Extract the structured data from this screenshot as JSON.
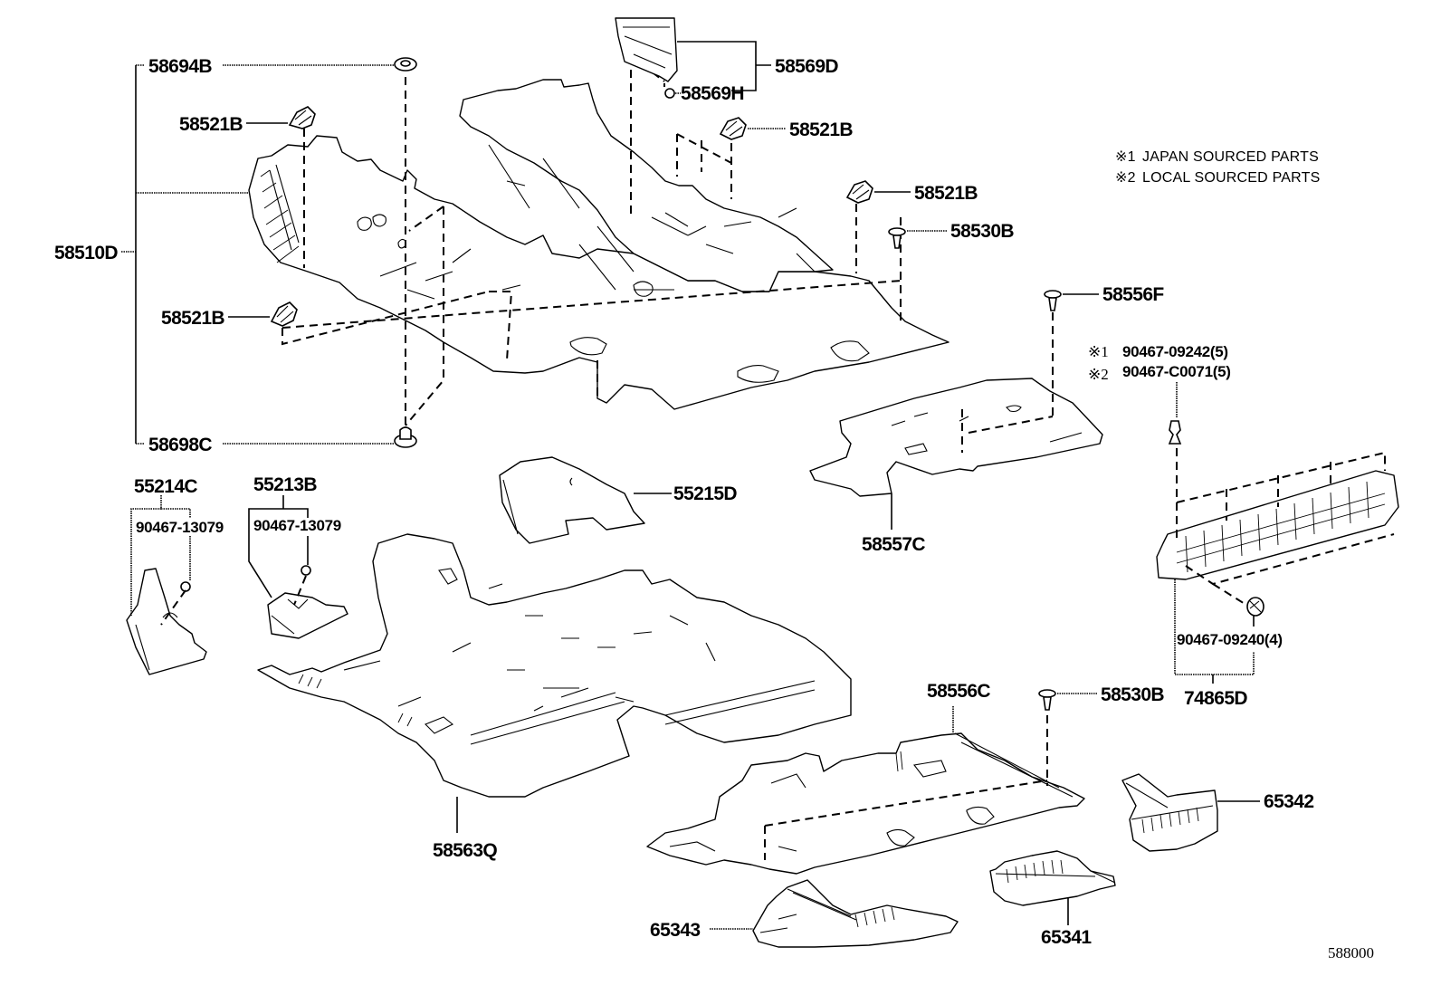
{
  "diagram": {
    "title_code": "588000",
    "notes": [
      {
        "mark": "※1",
        "text": "JAPAN SOURCED PARTS"
      },
      {
        "mark": "※2",
        "text": "LOCAL SOURCED PARTS"
      }
    ],
    "parts": {
      "p58694B": "58694B",
      "p58521B_1": "58521B",
      "p58510D": "58510D",
      "p58521B_2": "58521B",
      "p58698C": "58698C",
      "p58569D": "58569D",
      "p58569H": "58569H",
      "p58521B_3": "58521B",
      "p58521B_4": "58521B",
      "p58530B_1": "58530B",
      "p58556F": "58556F",
      "p90467_09242": "90467-09242(5)",
      "p90467_C0071": "90467-C0071(5)",
      "p90467_09242_mark": "※1",
      "p90467_C0071_mark": "※2",
      "p55214C": "55214C",
      "p55213B": "55213B",
      "p90467_13079_a": "90467-13079",
      "p90467_13079_b": "90467-13079",
      "p55215D": "55215D",
      "p58557C": "58557C",
      "p90467_09240": "90467-09240(4)",
      "p74865D": "74865D",
      "p58556C": "58556C",
      "p58530B_2": "58530B",
      "p58563Q": "58563Q",
      "p65342": "65342",
      "p65343": "65343",
      "p65341": "65341"
    }
  }
}
